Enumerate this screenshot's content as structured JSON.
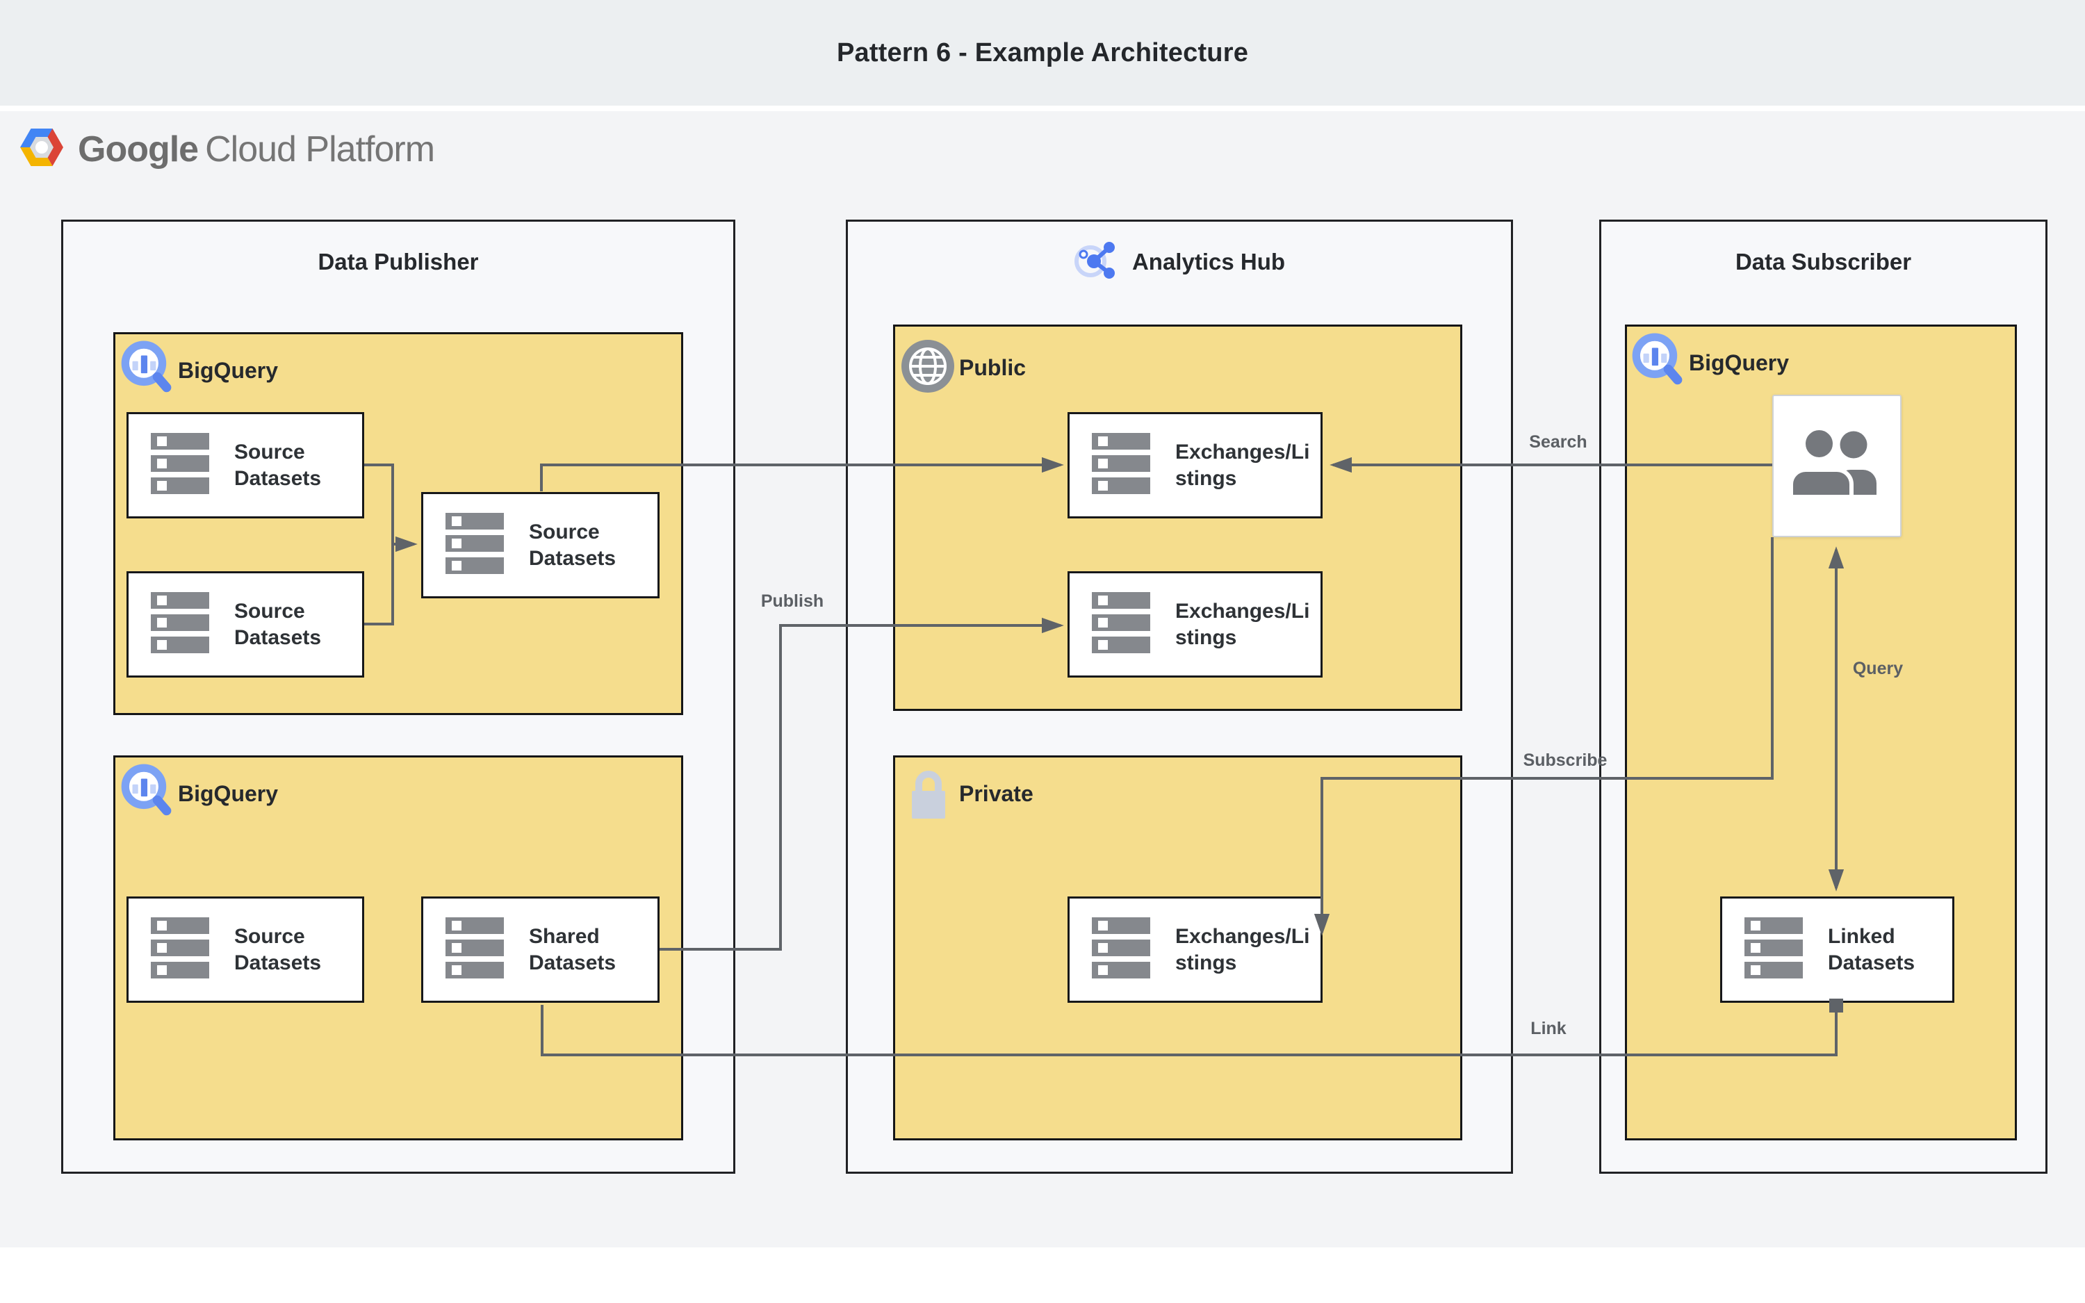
{
  "page": {
    "title": "Pattern 6 - Example Architecture"
  },
  "logo": {
    "brand": "Google",
    "product": "Cloud Platform"
  },
  "colors": {
    "header_band": "#ECEFF1",
    "canvas": "#F3F4F6",
    "panel_yellow": "#F5DD8D",
    "connector_gray": "#5F6368",
    "bigquery_blue": "#5C85EE"
  },
  "publisher": {
    "title": "Data Publisher",
    "bq_top": {
      "label": "BigQuery",
      "nodes": [
        {
          "label": "Source Datasets"
        },
        {
          "label": "Source Datasets"
        },
        {
          "label": "Source Datasets"
        }
      ]
    },
    "bq_bottom": {
      "label": "BigQuery",
      "nodes": [
        {
          "label": "Source Datasets"
        },
        {
          "label": "Shared Datasets"
        }
      ]
    }
  },
  "hub": {
    "title": "Analytics Hub",
    "public": {
      "label": "Public",
      "nodes": [
        {
          "label": "Exchanges/Listings"
        },
        {
          "label": "Exchanges/Listings"
        }
      ]
    },
    "private": {
      "label": "Private",
      "nodes": [
        {
          "label": "Exchanges/Listings"
        }
      ]
    }
  },
  "subscriber": {
    "title": "Data Subscriber",
    "bq": {
      "label": "BigQuery"
    },
    "linked": {
      "label": "Linked Datasets"
    }
  },
  "edges": {
    "search": "Search",
    "publish": "Publish",
    "subscribe": "Subscribe",
    "query": "Query",
    "link": "Link"
  }
}
